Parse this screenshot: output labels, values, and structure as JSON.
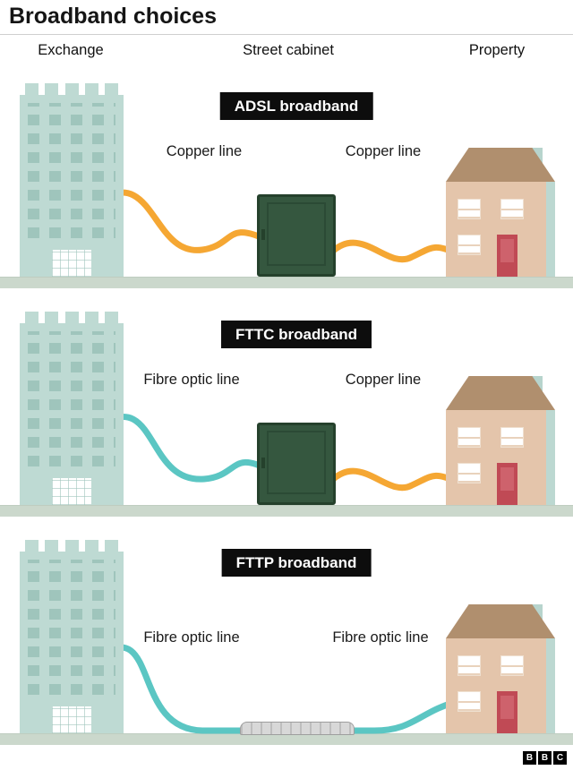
{
  "title": "Broadband choices",
  "columns": {
    "exchange": "Exchange",
    "street_cabinet": "Street cabinet",
    "property": "Property"
  },
  "panels": [
    {
      "badge": "ADSL broadband",
      "left_label": "Copper line",
      "right_label": "Copper line",
      "left_cable": {
        "type": "copper",
        "color": "#F5A733"
      },
      "right_cable": {
        "type": "copper",
        "color": "#F5A733"
      }
    },
    {
      "badge": "FTTC broadband",
      "left_label": "Fibre optic line",
      "right_label": "Copper line",
      "left_cable": {
        "type": "fibre",
        "color": "#5BC6C3"
      },
      "right_cable": {
        "type": "copper",
        "color": "#F5A733"
      }
    },
    {
      "badge": "FTTP broadband",
      "left_label": "Fibre optic line",
      "right_label": "Fibre optic line",
      "left_cable": {
        "type": "fibre",
        "color": "#5BC6C3"
      },
      "right_cable": {
        "type": "fibre",
        "color": "#5BC6C3"
      }
    }
  ],
  "colors": {
    "copper_line": "#F5A733",
    "fibre_line": "#5BC6C3",
    "exchange_building": "#BEDAD3",
    "street_cabinet": "#35573F",
    "house_wall": "#E4C5AB",
    "house_roof": "#B08F6E",
    "house_door": "#C04A55",
    "ground": "#CBD8CC",
    "badge_background": "#0D0D0D"
  },
  "footer": {
    "logo": [
      "B",
      "B",
      "C"
    ]
  }
}
